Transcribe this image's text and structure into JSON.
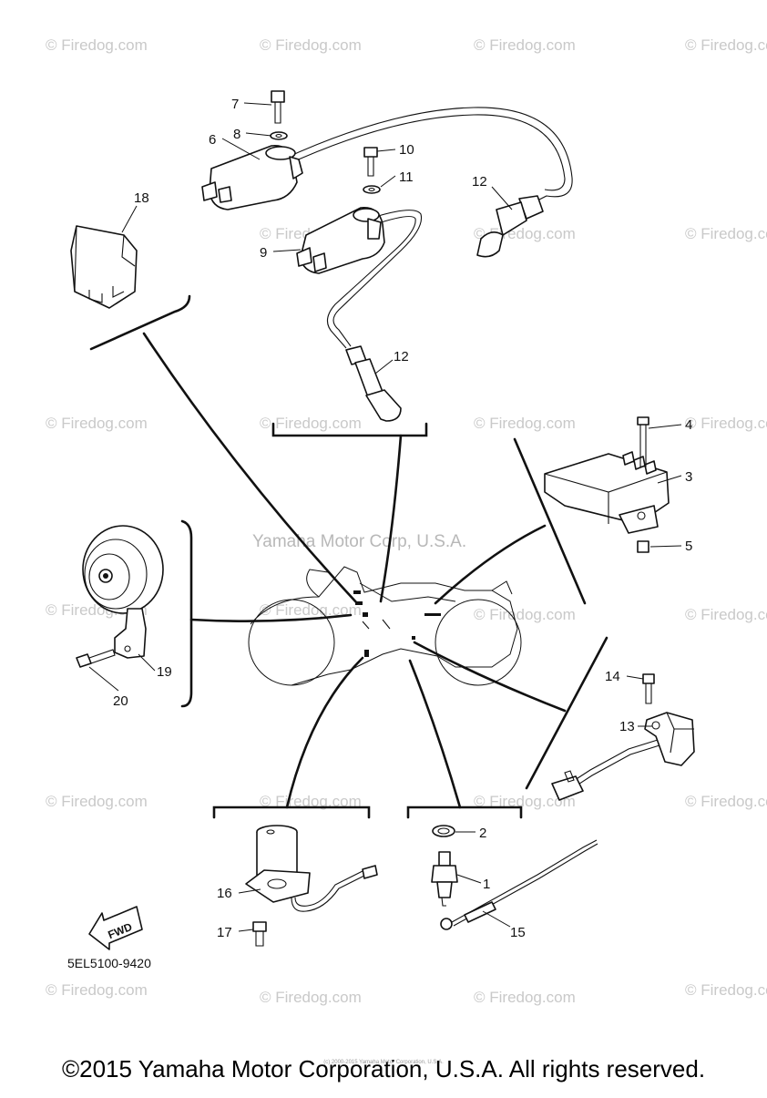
{
  "watermark": "© Firedog.com",
  "center_watermark": "Yamaha Motor Corp, U.S.A.",
  "drawing_code": "5EL5100-9420",
  "fwd_label": "FWD",
  "footer": "©2015 Yamaha Motor Corporation, U.S.A. All rights reserved.",
  "footer_tiny": "(c) 2000-2015 Yamaha Motor Corporation, U.S.A.",
  "callouts": {
    "c1": "1",
    "c2": "2",
    "c3": "3",
    "c4": "4",
    "c5": "5",
    "c6": "6",
    "c7": "7",
    "c8": "8",
    "c9": "9",
    "c10": "10",
    "c11": "11",
    "c12a": "12",
    "c12b": "12",
    "c13": "13",
    "c14": "14",
    "c15": "15",
    "c16": "16",
    "c17": "17",
    "c18": "18",
    "c19": "19",
    "c20": "20"
  }
}
